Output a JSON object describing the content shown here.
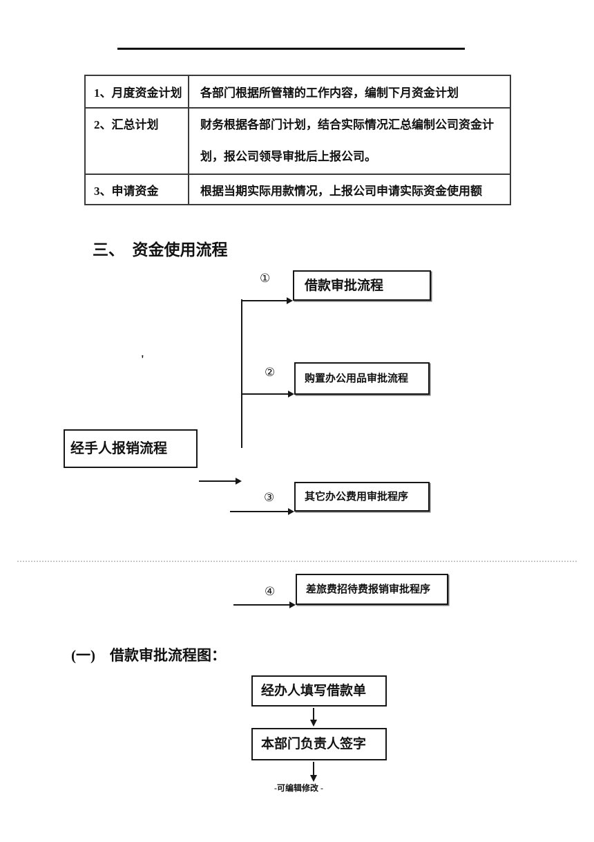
{
  "colors": {
    "ink": "#161616",
    "separator_gray": "#c6c6c6"
  },
  "table": {
    "rows": [
      {
        "label": "1、月度资金计划",
        "content": [
          "各部门根据所管辖的工作内容，编制下月资金计划",
          ""
        ]
      },
      {
        "label": "2、汇总计划",
        "content": [
          "财务根据各部门计划，结合实际情况汇总编制公司资金计",
          "划，报公司领导审批后上报公司。"
        ]
      },
      {
        "label": "3、申请资金",
        "content": [
          "根据当期实际用款情况，上报公司申请实际资金使用额",
          ""
        ]
      }
    ]
  },
  "headings": {
    "section": "三、　资金使用流程",
    "subsection": "(一)　借款审批流程图："
  },
  "flowchart": {
    "source_box": "经手人报销流程",
    "stray_mark": "'",
    "branches": [
      {
        "number": "①",
        "label": "借款审批流程"
      },
      {
        "number": "②",
        "label": "购置办公用品审批流程"
      },
      {
        "number": "③",
        "label": "其它办公费用审批程序"
      },
      {
        "number": "④",
        "label": "差旅费招待费报销审批程序"
      }
    ]
  },
  "loan_flow": {
    "steps": [
      "经办人填写借款单",
      "本部门负责人签字"
    ]
  },
  "page": {
    "footer": "-可编辑修改 -"
  }
}
